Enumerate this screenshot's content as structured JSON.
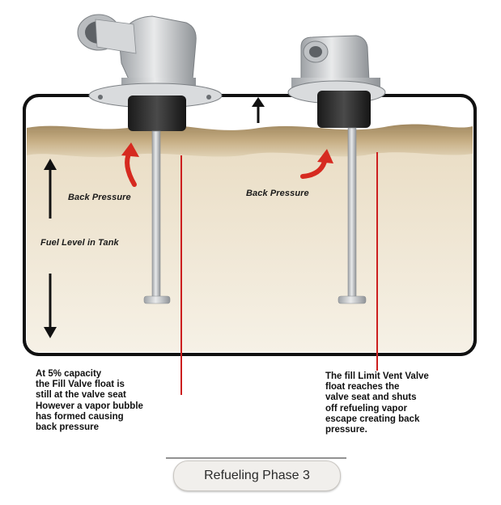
{
  "labels": {
    "back_pressure_left": "Back Pressure",
    "back_pressure_right": "Back Pressure",
    "fuel_level": "Fuel Level in Tank"
  },
  "notes": {
    "left": "At 5% capacity\nthe Fill Valve float is\nstill at the valve seat\nHowever a vapor bubble\nhas formed causing\nback pressure",
    "right": "The fill Limit Vent Valve\nfloat reaches the\nvalve seat and shuts\noff refueling vapor\nescape creating back\npressure."
  },
  "phase_label": "Refueling Phase 3",
  "colors": {
    "tank_outline": "#111111",
    "fuel": "#efe4d0",
    "foam": "#b79b6e",
    "metal": "#c8cacc",
    "float": "#2a2a2a",
    "pointer": "#cc1f1f",
    "arrow_red": "#d62a20"
  },
  "icons": [
    "fill-valve-icon",
    "vent-valve-icon",
    "red-curved-arrow-icon",
    "up-arrow-icon",
    "down-arrow-icon"
  ]
}
